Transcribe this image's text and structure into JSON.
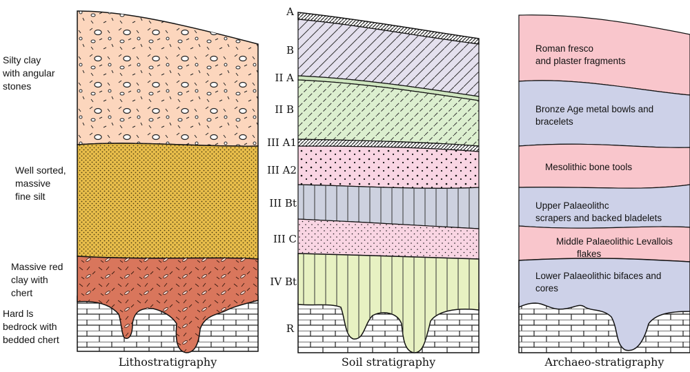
{
  "litho": {
    "caption": "Lithostratigraphy",
    "layers": [
      {
        "name": "Silty clay with angular stones",
        "color": "#fcd6bd"
      },
      {
        "name": "Well sorted, massive fine silt",
        "color": "#e8bd4a"
      },
      {
        "name": "Massive red clay with chert",
        "color": "#d9765c"
      },
      {
        "name": "Hard ls bedrock with bedded chert",
        "color": "#ffffff"
      }
    ],
    "labels": {
      "l1a": "Silty clay",
      "l1b": "with angular",
      "l1c": "stones",
      "l2a": "Well sorted,",
      "l2b": "massive",
      "l2c": "fine silt",
      "l3a": "Massive red",
      "l3b": "clay with",
      "l3c": "chert",
      "l4a": "Hard ls",
      "l4b": "bedrock with",
      "l4c": "bedded chert"
    }
  },
  "soil": {
    "caption": "Soil stratigraphy",
    "horizons": [
      "A",
      "B",
      "II A",
      "II B",
      "III A1",
      "III A2",
      "III Bt",
      "III C",
      "IV Bt",
      "R"
    ],
    "colors": {
      "B": "#e4e0ee",
      "IIB": "#dcefcf",
      "IIIA2": "#f9d5e3",
      "IIIBt": "#cdd1df",
      "IIIC": "#f9d5e3",
      "IVBt": "#e7f1c2"
    }
  },
  "archaeo": {
    "caption": "Archaeo-stratigraphy",
    "colors": {
      "pink": "#f9c6cc",
      "blue": "#cdd1e8"
    },
    "labels": {
      "a1a": "Roman fresco",
      "a1b": "and plaster fragments",
      "a2a": "Bronze Age metal bowls and",
      "a2b": "bracelets",
      "a3": "Mesolithic bone tools",
      "a4a": "Upper Palaeolithc",
      "a4b": "scrapers and backed bladelets",
      "a5a": "Middle Palaeolithic Levallois",
      "a5b": "flakes",
      "a6a": "Lower Palaeolithic bifaces and",
      "a6b": "cores"
    }
  }
}
